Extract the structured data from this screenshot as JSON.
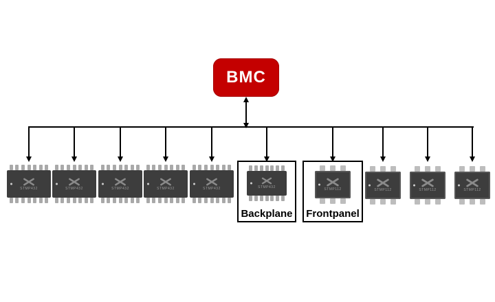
{
  "bmc": {
    "label": "BMC"
  },
  "groups": {
    "backplane": "Backplane",
    "frontpanel": "Frontpanel"
  },
  "chips": [
    {
      "label": "STMP432",
      "package": "soic"
    },
    {
      "label": "STMP432",
      "package": "soic"
    },
    {
      "label": "STMP432",
      "package": "soic"
    },
    {
      "label": "STMP432",
      "package": "soic"
    },
    {
      "label": "STMP432",
      "package": "soic"
    },
    {
      "label": "STMP432",
      "package": "soic",
      "group": "Backplane"
    },
    {
      "label": "STMP112",
      "package": "qfn",
      "group": "Frontpanel"
    },
    {
      "label": "STMP112",
      "package": "qfn"
    },
    {
      "label": "STMP112",
      "package": "qfn"
    },
    {
      "label": "STMP112",
      "package": "qfn"
    }
  ],
  "colors": {
    "bmc_red": "#c40000",
    "bmc_text": "#ffffff",
    "chip_body": "#3d3d3d",
    "pin_gray": "#a9a9a9",
    "line_black": "#000000"
  }
}
